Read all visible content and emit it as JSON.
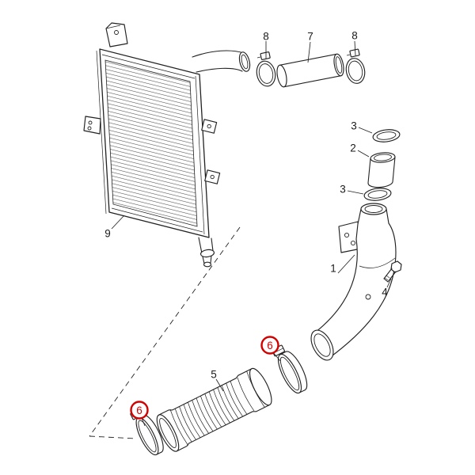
{
  "figure": {
    "type": "exploded-parts-diagram",
    "subject": "charge-air-cooler-with-hoses-and-clamps",
    "background_color": "#ffffff",
    "line_color": "#222222",
    "highlight_color": "#d40000"
  },
  "callouts": [
    {
      "label": "8",
      "highlighted": false
    },
    {
      "label": "7",
      "highlighted": false
    },
    {
      "label": "8",
      "highlighted": false
    },
    {
      "label": "3",
      "highlighted": false
    },
    {
      "label": "2",
      "highlighted": false
    },
    {
      "label": "3",
      "highlighted": false
    },
    {
      "label": "1",
      "highlighted": false
    },
    {
      "label": "4",
      "highlighted": false
    },
    {
      "label": "9",
      "highlighted": false
    },
    {
      "label": "5",
      "highlighted": false
    },
    {
      "label": "6",
      "highlighted": true
    },
    {
      "label": "6",
      "highlighted": true
    }
  ]
}
